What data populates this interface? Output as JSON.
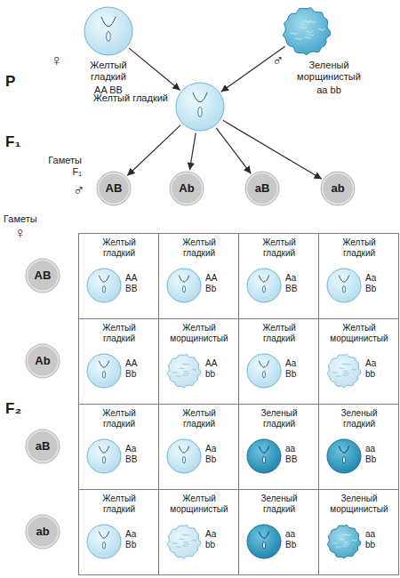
{
  "diagram": {
    "nodes": [
      {
        "text": [
          "Желтый гладкий",
          "AA BB"
        ]
      },
      {
        "text": [
          "Зеленый морщинистый",
          "aa bb"
        ]
      },
      {
        "text": [
          "Желтый гладкий"
        ]
      },
      {
        "text": [
          "AB"
        ]
      },
      {
        "text": [
          "Ab"
        ]
      },
      {
        "text": [
          "aB"
        ]
      },
      {
        "text": [
          "ab"
        ]
      },
      {
        "text": [
          "AB"
        ]
      },
      {
        "text": [
          "Желтый гладкий",
          "AA BB"
        ]
      },
      {
        "text": [
          "Желтый гладкий",
          "AA Bb"
        ]
      },
      {
        "text": [
          "Желтый гладкий",
          "Aa BB"
        ]
      },
      {
        "text": [
          "Желтый гладкий",
          "Aa Bb"
        ]
      },
      {
        "text": [
          "Ab"
        ]
      },
      {
        "text": [
          "Желтый гладкий",
          "AA Bb"
        ]
      },
      {
        "text": [
          "Желтый морщинистый",
          "AA bb"
        ]
      },
      {
        "text": [
          "Желтый гладкий",
          "Aa Bb"
        ]
      },
      {
        "text": [
          "Желтый морщинистый",
          "Aa bb"
        ]
      },
      {
        "text": [
          "aB"
        ]
      },
      {
        "text": [
          "Желтый гладкий",
          "Aa BB"
        ]
      },
      {
        "text": [
          "Желтый гладкий",
          "Aa Bb"
        ]
      },
      {
        "text": [
          "Зеленый гладкий",
          "aa BB"
        ]
      },
      {
        "text": [
          "Зеленый гладкий",
          "aa Bb"
        ]
      },
      {
        "text": [
          "ab"
        ]
      },
      {
        "text": [
          "Желтый гладкий",
          "Aa Bb"
        ]
      },
      {
        "text": [
          "Желтый морщинистый",
          "Aa bb"
        ]
      },
      {
        "text": [
          "Зеленый гладкий",
          "aa Bb"
        ]
      },
      {
        "text": [
          "Зеленый морщинистый",
          "aa bb"
        ]
      }
    ],
    "edges": [
      {
        "from": 0,
        "to": 2,
        "arrow": "to"
      },
      {
        "from": 1,
        "to": 2,
        "arrow": "to"
      },
      {
        "from": 2,
        "to": 3,
        "arrow": "to"
      },
      {
        "from": 2,
        "to": 4,
        "arrow": "to"
      },
      {
        "from": 2,
        "to": 5,
        "arrow": "to"
      },
      {
        "from": 2,
        "to": 6,
        "arrow": "to"
      }
    ],
    "labels": [
      "P",
      "♀",
      "♂",
      "F₁",
      "Гаметы F₁",
      "♂",
      "Гаметы",
      "♀",
      "F₂"
    ]
  }
}
